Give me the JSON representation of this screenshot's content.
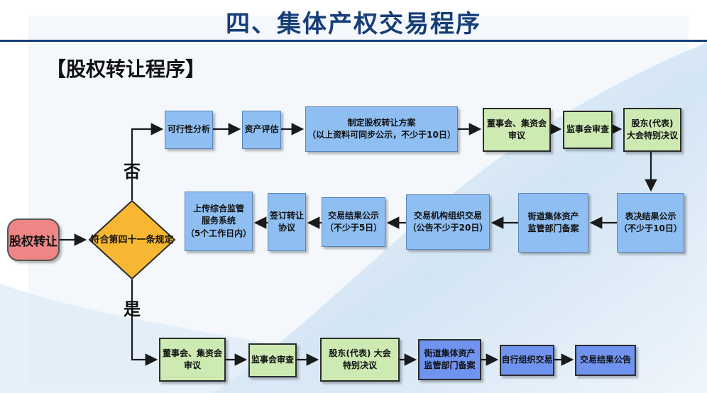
{
  "title": "四、集体产权交易程序",
  "subtitle": "【股权转让程序】",
  "start": "股权转让",
  "decision": "符合第四十一条规定",
  "branch_no": "否",
  "branch_yes": "是",
  "row1": {
    "feasibility": "可行性分析",
    "asset_eval": "资产评估",
    "plan": "制定股权转让方案\n（以上资料可同步公示，不少于10日）",
    "board_review": "董事会、集资会\n审议",
    "supervisor_review": "监事会审查",
    "shareholder_resolution": "股东(代表)\n大会特别决议"
  },
  "row2": {
    "vote_notice": "表决结果公示\n（不少于10日）",
    "street_filing": "街道集体资产\n监管部门备案",
    "org_trade": "交易机构组织交易\n（公告不少于20日）",
    "result_notice": "交易结果公示\n（不少于5日）",
    "sign_agreement": "签订转让\n协议",
    "upload": "上传综合监管\n服务系统\n（5个工作日内）"
  },
  "row3": {
    "board_review": "董事会、集资会\n审议",
    "supervisor_review": "监事会审查",
    "shareholder_resolution": "股东(代表) 大会\n特别决议",
    "street_filing": "街道集体资产\n监管部门备案",
    "self_trade": "自行组织交易",
    "result_notice": "交易结果公告"
  },
  "colors": {
    "title": "#163e78",
    "blue_box": "#8fbff2",
    "green_box": "#cdeab3",
    "mid_blue_box": "#6f93ee",
    "start": "#f08585",
    "decision": "#f7b733"
  }
}
